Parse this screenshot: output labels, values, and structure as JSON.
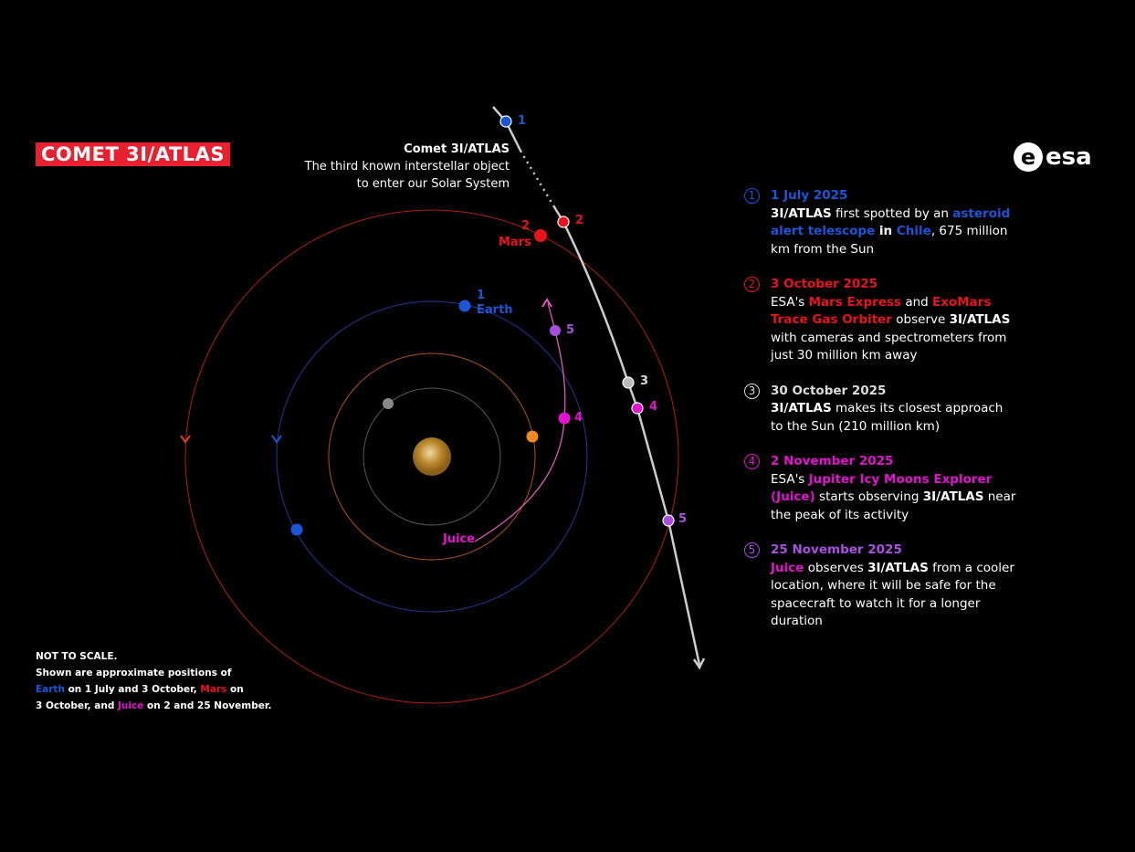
{
  "title": "COMET 3I/ATLAS",
  "intro": {
    "heading": "Comet 3I/ATLAS",
    "line1": "The third known interstellar object",
    "line2": "to enter our Solar System"
  },
  "logo": {
    "glyph": "e",
    "text": "esa"
  },
  "colors": {
    "earth": "#1a56d6",
    "mars": "#e8131b",
    "juice": "#e312cf",
    "comet": "#cccccc",
    "nov25": "#a94fe0",
    "title_bg": "#e8202f"
  },
  "labels": {
    "mars": "Mars",
    "earth": "Earth",
    "juice": "Juice",
    "n1": "1",
    "n2": "2",
    "n3": "3",
    "n4": "4",
    "n5": "5"
  },
  "events": [
    {
      "num": "1",
      "date": "1 July 2025",
      "parts": [
        [
          "3I/ATLAS",
          "w"
        ],
        [
          " first spotted by an ",
          ""
        ],
        [
          "asteroid alert telescope",
          "blue"
        ],
        [
          " in ",
          "w"
        ],
        [
          "Chile",
          "blue"
        ],
        [
          ", 675 million km from the Sun",
          ""
        ]
      ]
    },
    {
      "num": "2",
      "date": "3 October 2025",
      "parts": [
        [
          "ESA's ",
          ""
        ],
        [
          "Mars Express",
          "red"
        ],
        [
          " and ",
          ""
        ],
        [
          "ExoMars Trace Gas Orbiter",
          "red"
        ],
        [
          " observe ",
          ""
        ],
        [
          "3I/ATLAS",
          "w"
        ],
        [
          " with cameras and spectrometers from just 30 million km away",
          ""
        ]
      ]
    },
    {
      "num": "3",
      "date": "30 October 2025",
      "parts": [
        [
          "3I/ATLAS",
          "w"
        ],
        [
          " makes its closest approach to the Sun (210 million km)",
          ""
        ]
      ]
    },
    {
      "num": "4",
      "date": "2 November 2025",
      "parts": [
        [
          "ESA's ",
          ""
        ],
        [
          "Jupiter Icy Moons Explorer (Juice)",
          "mag"
        ],
        [
          " starts observing ",
          ""
        ],
        [
          "3I/ATLAS",
          "w"
        ],
        [
          " near the peak of its activity",
          ""
        ]
      ]
    },
    {
      "num": "5",
      "date": "25 November 2025",
      "parts": [
        [
          "Juice",
          "mag"
        ],
        [
          " observes ",
          ""
        ],
        [
          "3I/ATLAS",
          "w"
        ],
        [
          " from a cooler location, where it will be safe for the spacecraft to watch it for a longer duration",
          ""
        ]
      ]
    }
  ],
  "note": {
    "line1": "NOT TO SCALE.",
    "line2": "Shown are approximate positions of",
    "earth": "Earth",
    "line3a": " on 1 July and 3 October, ",
    "mars": "Mars",
    "line3b": " on",
    "line4a": "3 October, and ",
    "juice": "Juice",
    "line4b": " on 2 and 25 November."
  }
}
